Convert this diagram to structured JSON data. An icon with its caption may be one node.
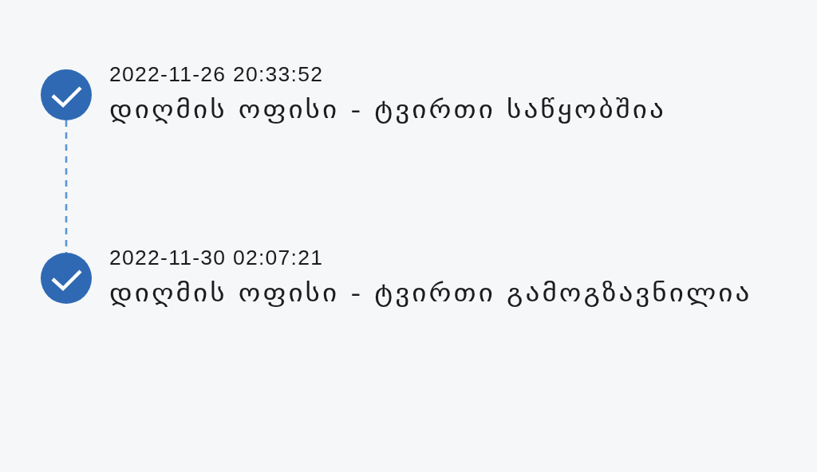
{
  "diagram": {
    "nodes": [
      {
        "text": [],
        "shape": "circle",
        "beside": [
          "2022-11-26 20:33:52",
          "დიღმის ოფისი - ტვირთი საწყობშია"
        ]
      },
      {
        "text": [],
        "shape": "circle",
        "beside": [
          "2022-11-30 02:07:21",
          "დიღმის ოფისი - ტვირთი გამოგზავნილია"
        ]
      }
    ],
    "edges": [
      {
        "from": 0,
        "to": 1,
        "arrow": "none",
        "style": "dashed"
      }
    ]
  }
}
